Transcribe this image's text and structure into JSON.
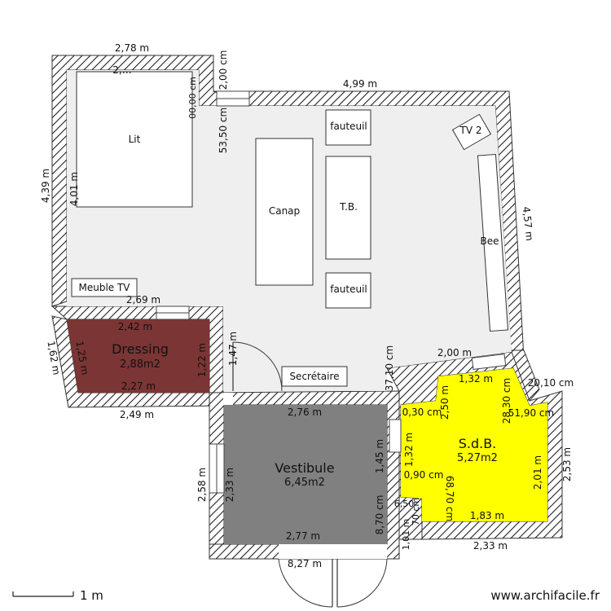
{
  "rooms": {
    "dressing": {
      "name": "Dressing",
      "area": "2,88m2",
      "color": "#7b3535"
    },
    "vestibule": {
      "name": "Vestibule",
      "area": "6,45m2",
      "color": "#808080"
    },
    "sdb": {
      "name": "S.d.B.",
      "area": "5,27m2",
      "color": "#ffff00"
    },
    "main": {
      "color": "#efefef"
    }
  },
  "furniture": {
    "lit": "Lit",
    "canap": "Canap",
    "tb": "T.B.",
    "fauteuil_top": "fauteuil",
    "fauteuil_bottom": "fauteuil",
    "tv2": "TV 2",
    "bee": "Bee",
    "meuble_tv": "Meuble TV",
    "secretaire": "Secrétaire"
  },
  "dimensions": {
    "top_left_width": "2,78 m",
    "top_left_inner": "2,…",
    "top_right_width": "4,99 m",
    "left_height": "4,39 m",
    "left_inner": "4,01 m",
    "partition_2_00_cm": "2,00 cm",
    "partition_53_50_cm": "53,50 cm",
    "partition_overlap": "00,00 cm",
    "right_height": "4,57 m",
    "meuble_tv_width": "2,69 m",
    "dressing_top": "2,42 m",
    "dressing_bottom_inner": "2,27 m",
    "dressing_bottom": "2,49 m",
    "dressing_left_outer": "1,62 m",
    "dressing_left_inner": "1,25 m",
    "dressing_right": "1,22 m",
    "door_height": "1,47 m",
    "vestibule_top": "2,76 m",
    "vestibule_bottom": "2,77 m",
    "vestibule_right": "1,45 m",
    "vestibule_right_lower": "8,70 cm",
    "vestibule_left_inner": "2,33 m",
    "vestibule_left_outer": "2,58 m",
    "entrance_width": "8,27 m",
    "sdb_top_wall": "2,00 m",
    "sdb_top_inner": "1,32 m",
    "sdb_top_left_dim": "37,10 cm",
    "sdb_top_right_dim": "20,10 cm",
    "sdb_left_upper": "2,50 m",
    "sdb_left_30": "0,30 cm",
    "sdb_left_132": "1,32 m",
    "sdb_left_90": "0,90 cm",
    "sdb_left_lower": "68,70 cm",
    "sdb_right_upper": "28,30 cm",
    "sdb_right_190": "51,90 cm",
    "sdb_right_inner": "2,01 m",
    "sdb_right_outer": "2,53 m",
    "sdb_bottom_inner": "1,83 m",
    "sdb_bottom_outer": "2,33 m",
    "sdb_small_a": "6,50",
    "sdb_small_b": "1,01 m",
    "sdb_small_c": "70 cm"
  },
  "scale_label": "1 m",
  "credit": "www.archifacile.fr"
}
